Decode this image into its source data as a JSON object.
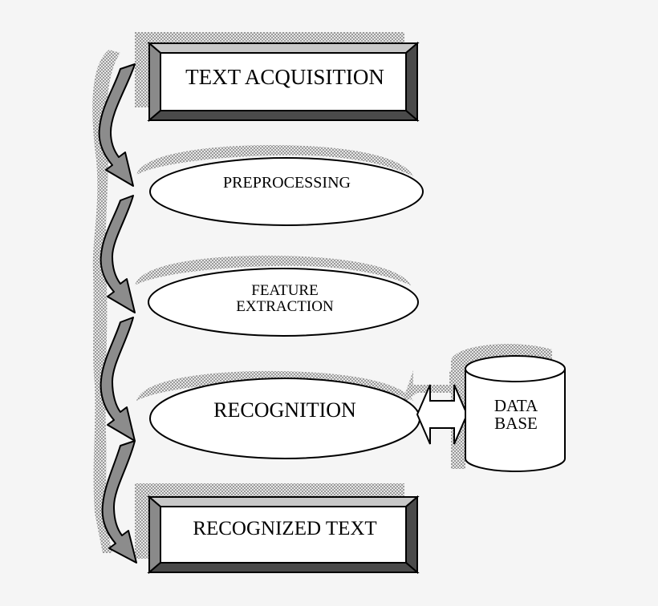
{
  "nodes": {
    "text_acquisition": "TEXT ACQUISITION",
    "preprocessing": "PREPROCESSING",
    "feature_extraction_line1": "FEATURE",
    "feature_extraction_line2": "EXTRACTION",
    "recognition": "RECOGNITION",
    "database_line1": "DATA",
    "database_line2": "BASE",
    "recognized_text": "RECOGNIZED TEXT"
  },
  "colors": {
    "background": "#f5f5f5",
    "shape_fill": "#ffffff",
    "outline": "#000000",
    "bevel_dark": "#4a4a4a",
    "bevel_mid": "#8a8a8a",
    "bevel_light": "#c8c8c8",
    "shadow": "#b8b8b8",
    "arrow_body": "#8c8c8c"
  }
}
